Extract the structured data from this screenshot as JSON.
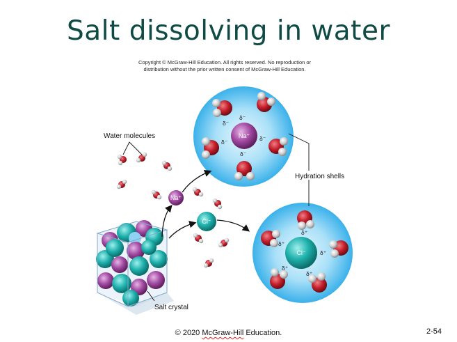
{
  "slide": {
    "title": "Salt dissolving in water",
    "copyright_line1": "Copyright © McGraw-Hill Education. All rights reserved. No reproduction or",
    "copyright_line2": "distribution without the prior written consent of McGraw-Hill Education.",
    "footer_prefix": "© 2020 ",
    "footer_brand": "McGraw-Hill",
    "footer_suffix": " Education.",
    "page_number": "2-54"
  },
  "diagram": {
    "labels": {
      "water_molecules": "Water molecules",
      "hydration_shells": "Hydration shells",
      "salt_crystal": "Salt crystal"
    },
    "ions": {
      "sodium": "Na⁺",
      "chloride": "Cl⁻",
      "sodium_free": "Na⁺",
      "chloride_free": "Cl⁻"
    },
    "partial_charges": {
      "negative": "δ⁻",
      "positive": "δ⁺"
    },
    "colors": {
      "sodium": "#9a3f9a",
      "chloride": "#27b3b0",
      "oxygen": "#c5202c",
      "hydrogen": "#d6d6d6",
      "shell": "#5bc0f0",
      "title": "#0f4a44"
    }
  }
}
